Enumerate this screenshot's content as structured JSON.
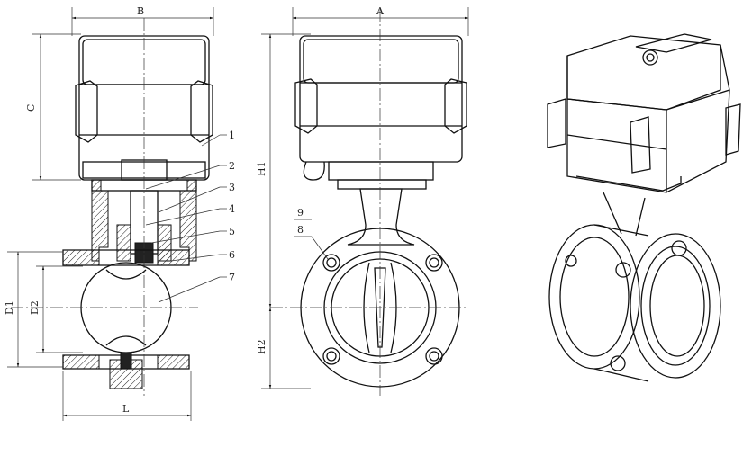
{
  "dimensions": {
    "B": "B",
    "C": "C",
    "D1": "D1",
    "D2": "D2",
    "L": "L",
    "A": "A",
    "H1": "H1",
    "H2": "H2"
  },
  "parts": {
    "p1": "1",
    "p2": "2",
    "p3": "3",
    "p4": "4",
    "p5": "5",
    "p6": "6",
    "p7": "7",
    "p8": "8",
    "p9": "9"
  }
}
